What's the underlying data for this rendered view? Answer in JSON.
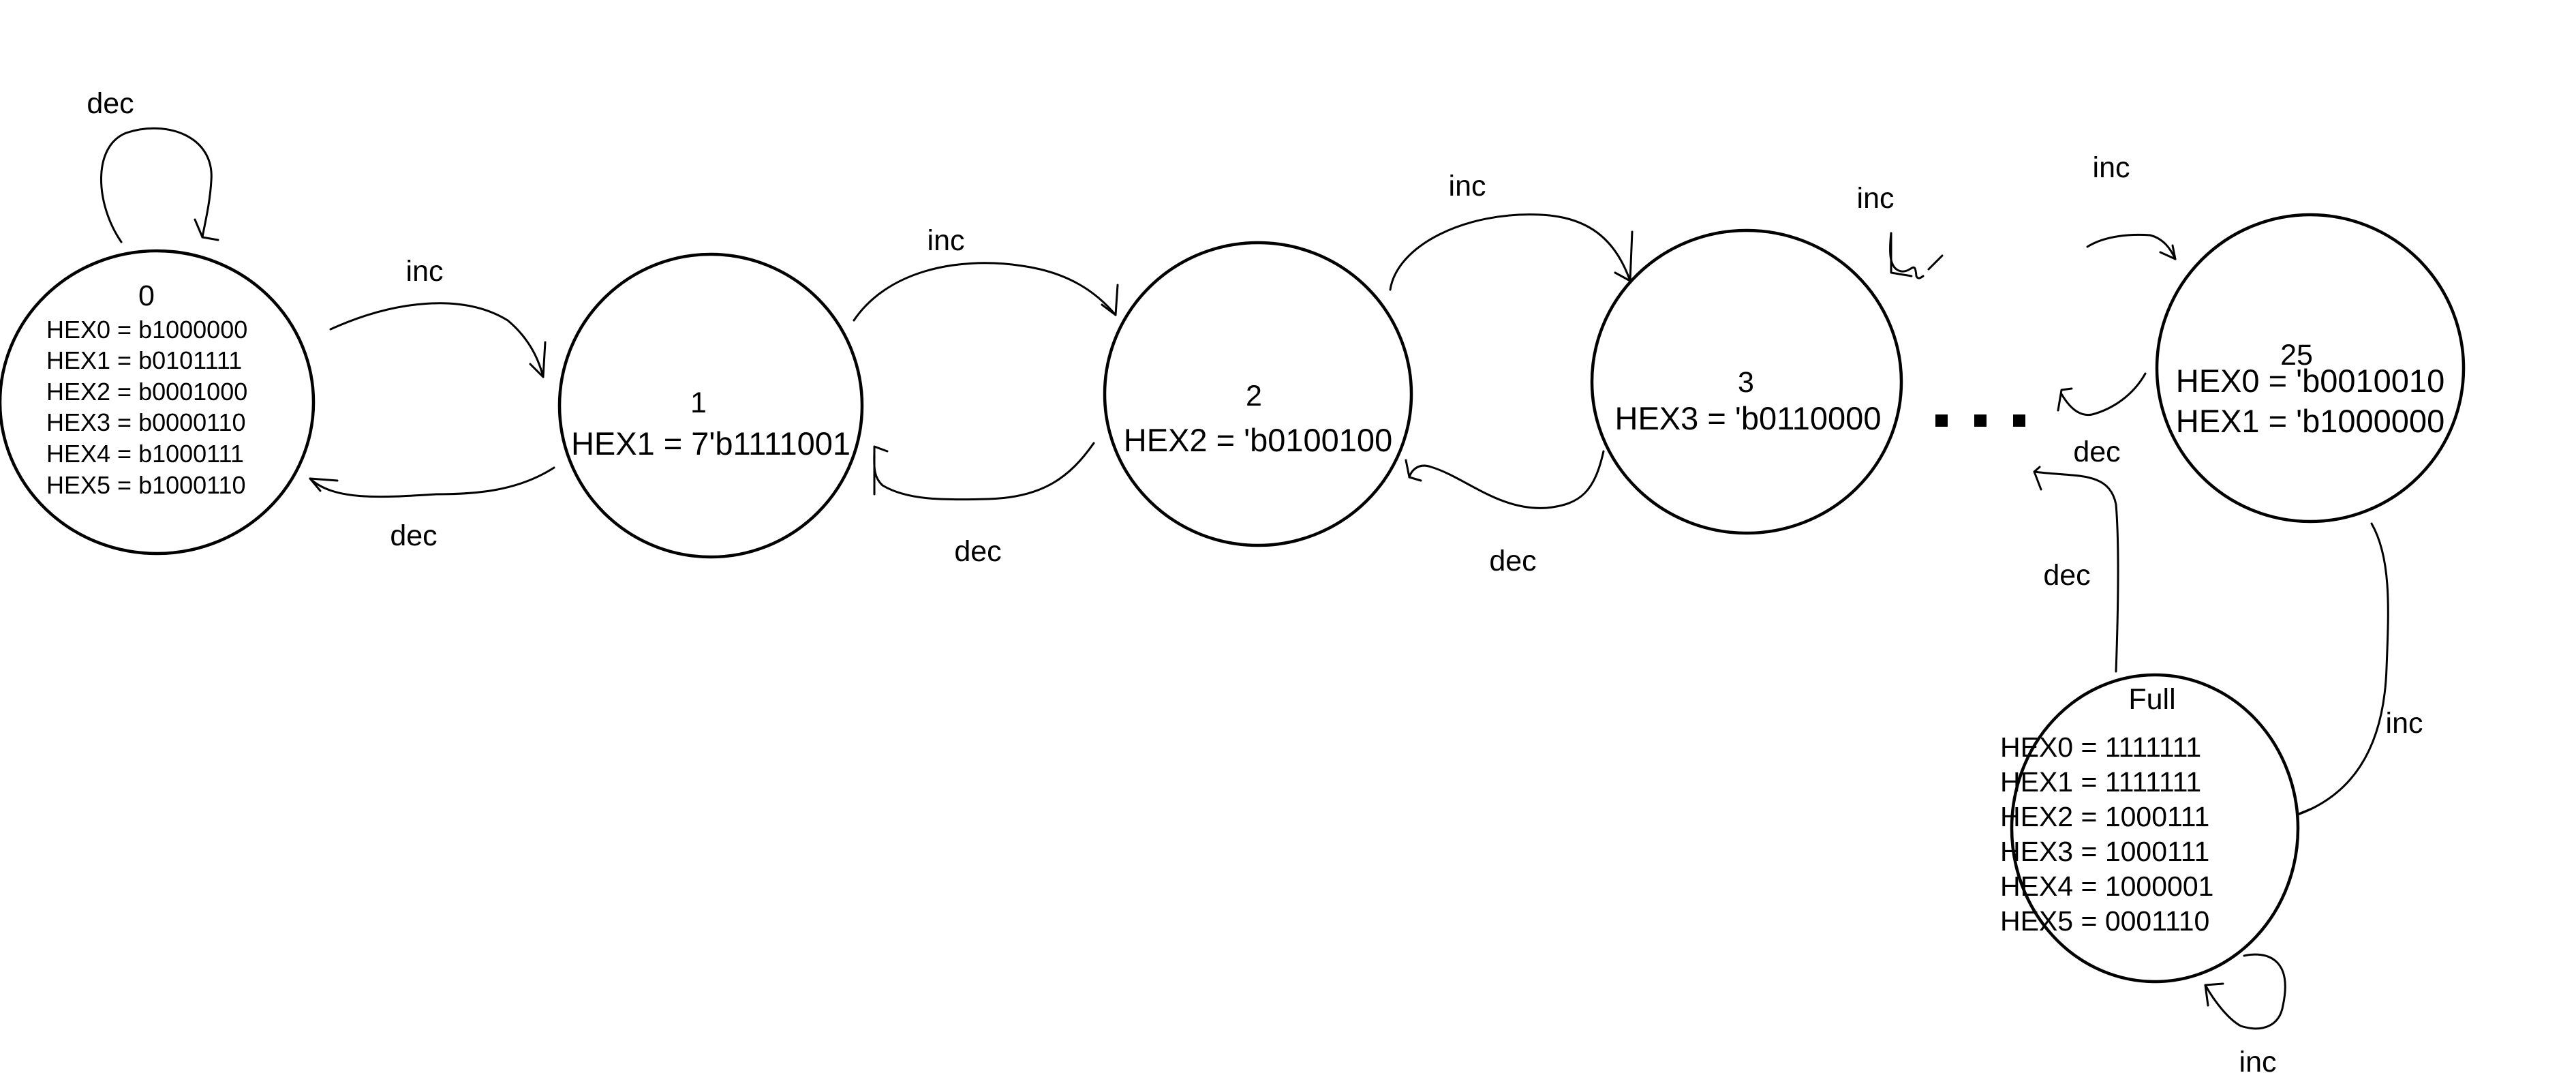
{
  "diagram": {
    "states": [
      {
        "name": "0",
        "outputs": [
          "HEX0 = b1000000",
          "HEX1 = b0101111",
          "HEX2 = b0001000",
          "HEX3 = b0000110",
          "HEX4 = b1000111",
          "HEX5 = b1000110"
        ]
      },
      {
        "name": "1",
        "outputs": [
          "HEX1 = 7'b1111001"
        ]
      },
      {
        "name": "2",
        "outputs": [
          "HEX2 = 'b0100100"
        ]
      },
      {
        "name": "3",
        "outputs": [
          "HEX3 = 'b0110000"
        ]
      },
      {
        "name": "25",
        "outputs": [
          "HEX0 = 'b0010010",
          "HEX1 = 'b1000000"
        ]
      },
      {
        "name": "Full",
        "outputs": [
          "HEX0 = 1111111",
          "HEX1 = 1111111",
          "HEX2 = 1000111",
          "HEX3 = 1000111",
          "HEX4 = 1000001",
          "HEX5 = 0001110"
        ]
      }
    ],
    "transitions": [
      {
        "from": "0",
        "to": "0",
        "label": "dec"
      },
      {
        "from": "0",
        "to": "1",
        "label": "inc"
      },
      {
        "from": "1",
        "to": "0",
        "label": "dec"
      },
      {
        "from": "1",
        "to": "2",
        "label": "inc"
      },
      {
        "from": "2",
        "to": "1",
        "label": "dec"
      },
      {
        "from": "2",
        "to": "3",
        "label": "inc"
      },
      {
        "from": "3",
        "to": "2",
        "label": "dec"
      },
      {
        "from": "3",
        "to": "...",
        "label": "inc"
      },
      {
        "from": "...",
        "to": "25",
        "label": "inc"
      },
      {
        "from": "25",
        "to": "...",
        "label": "dec"
      },
      {
        "from": "25",
        "to": "Full",
        "label": "inc"
      },
      {
        "from": "Full",
        "to": "...",
        "label": "dec"
      },
      {
        "from": "Full",
        "to": "Full",
        "label": "inc"
      }
    ]
  }
}
